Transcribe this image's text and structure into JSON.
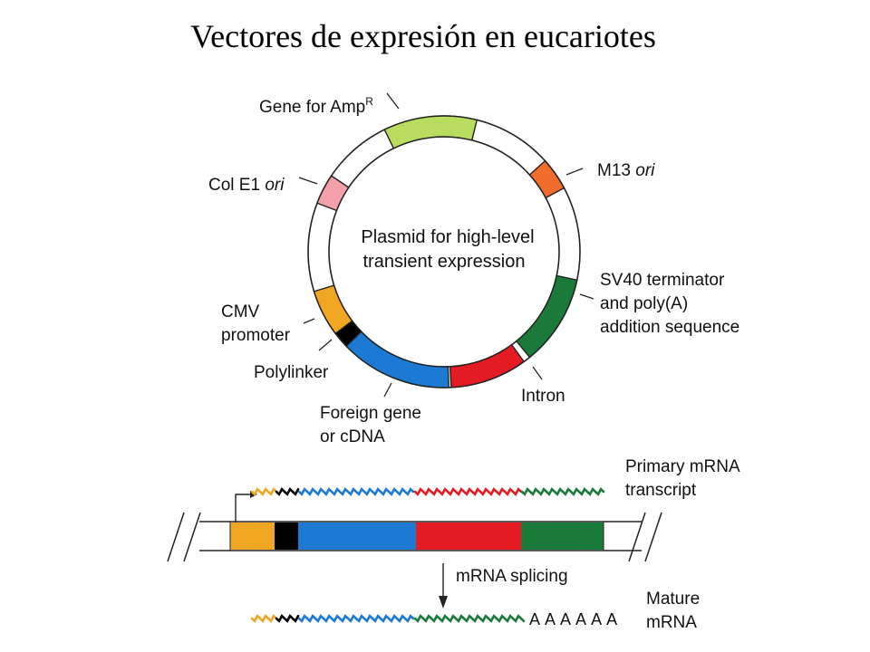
{
  "title": "Vectores de expresión en eucariotes",
  "colors": {
    "ampR": "#b7dc5e",
    "colE1": "#f4a0a8",
    "m13": "#f06d2c",
    "sv40": "#1a7a3a",
    "intron": "#e41b23",
    "foreign": "#1c79d4",
    "polylinker": "#000000",
    "cmv": "#f0a622"
  },
  "plasmid": {
    "center_line1": "Plasmid for high-level",
    "center_line2": "transient expression",
    "labels": {
      "amp_gene": "Gene for Amp",
      "amp_sup": "R",
      "colE1_main": "Col E1 ",
      "colE1_ori": "ori",
      "m13_main": "M13 ",
      "m13_ori": "ori",
      "sv40_line1": "SV40 terminator",
      "sv40_line2": "and poly(A)",
      "sv40_line3": "addition sequence",
      "cmv_line1": "CMV",
      "cmv_line2": "promoter",
      "polylinker": "Polylinker",
      "intron": "Intron",
      "foreign_line1": "Foreign gene",
      "foreign_line2": "or cDNA"
    }
  },
  "linear": {
    "primary_line1": "Primary mRNA",
    "primary_line2": "transcript",
    "splicing": "mRNA splicing",
    "mature_line1": "Mature",
    "mature_line2": "mRNA",
    "polyA": "A A A A A A"
  }
}
